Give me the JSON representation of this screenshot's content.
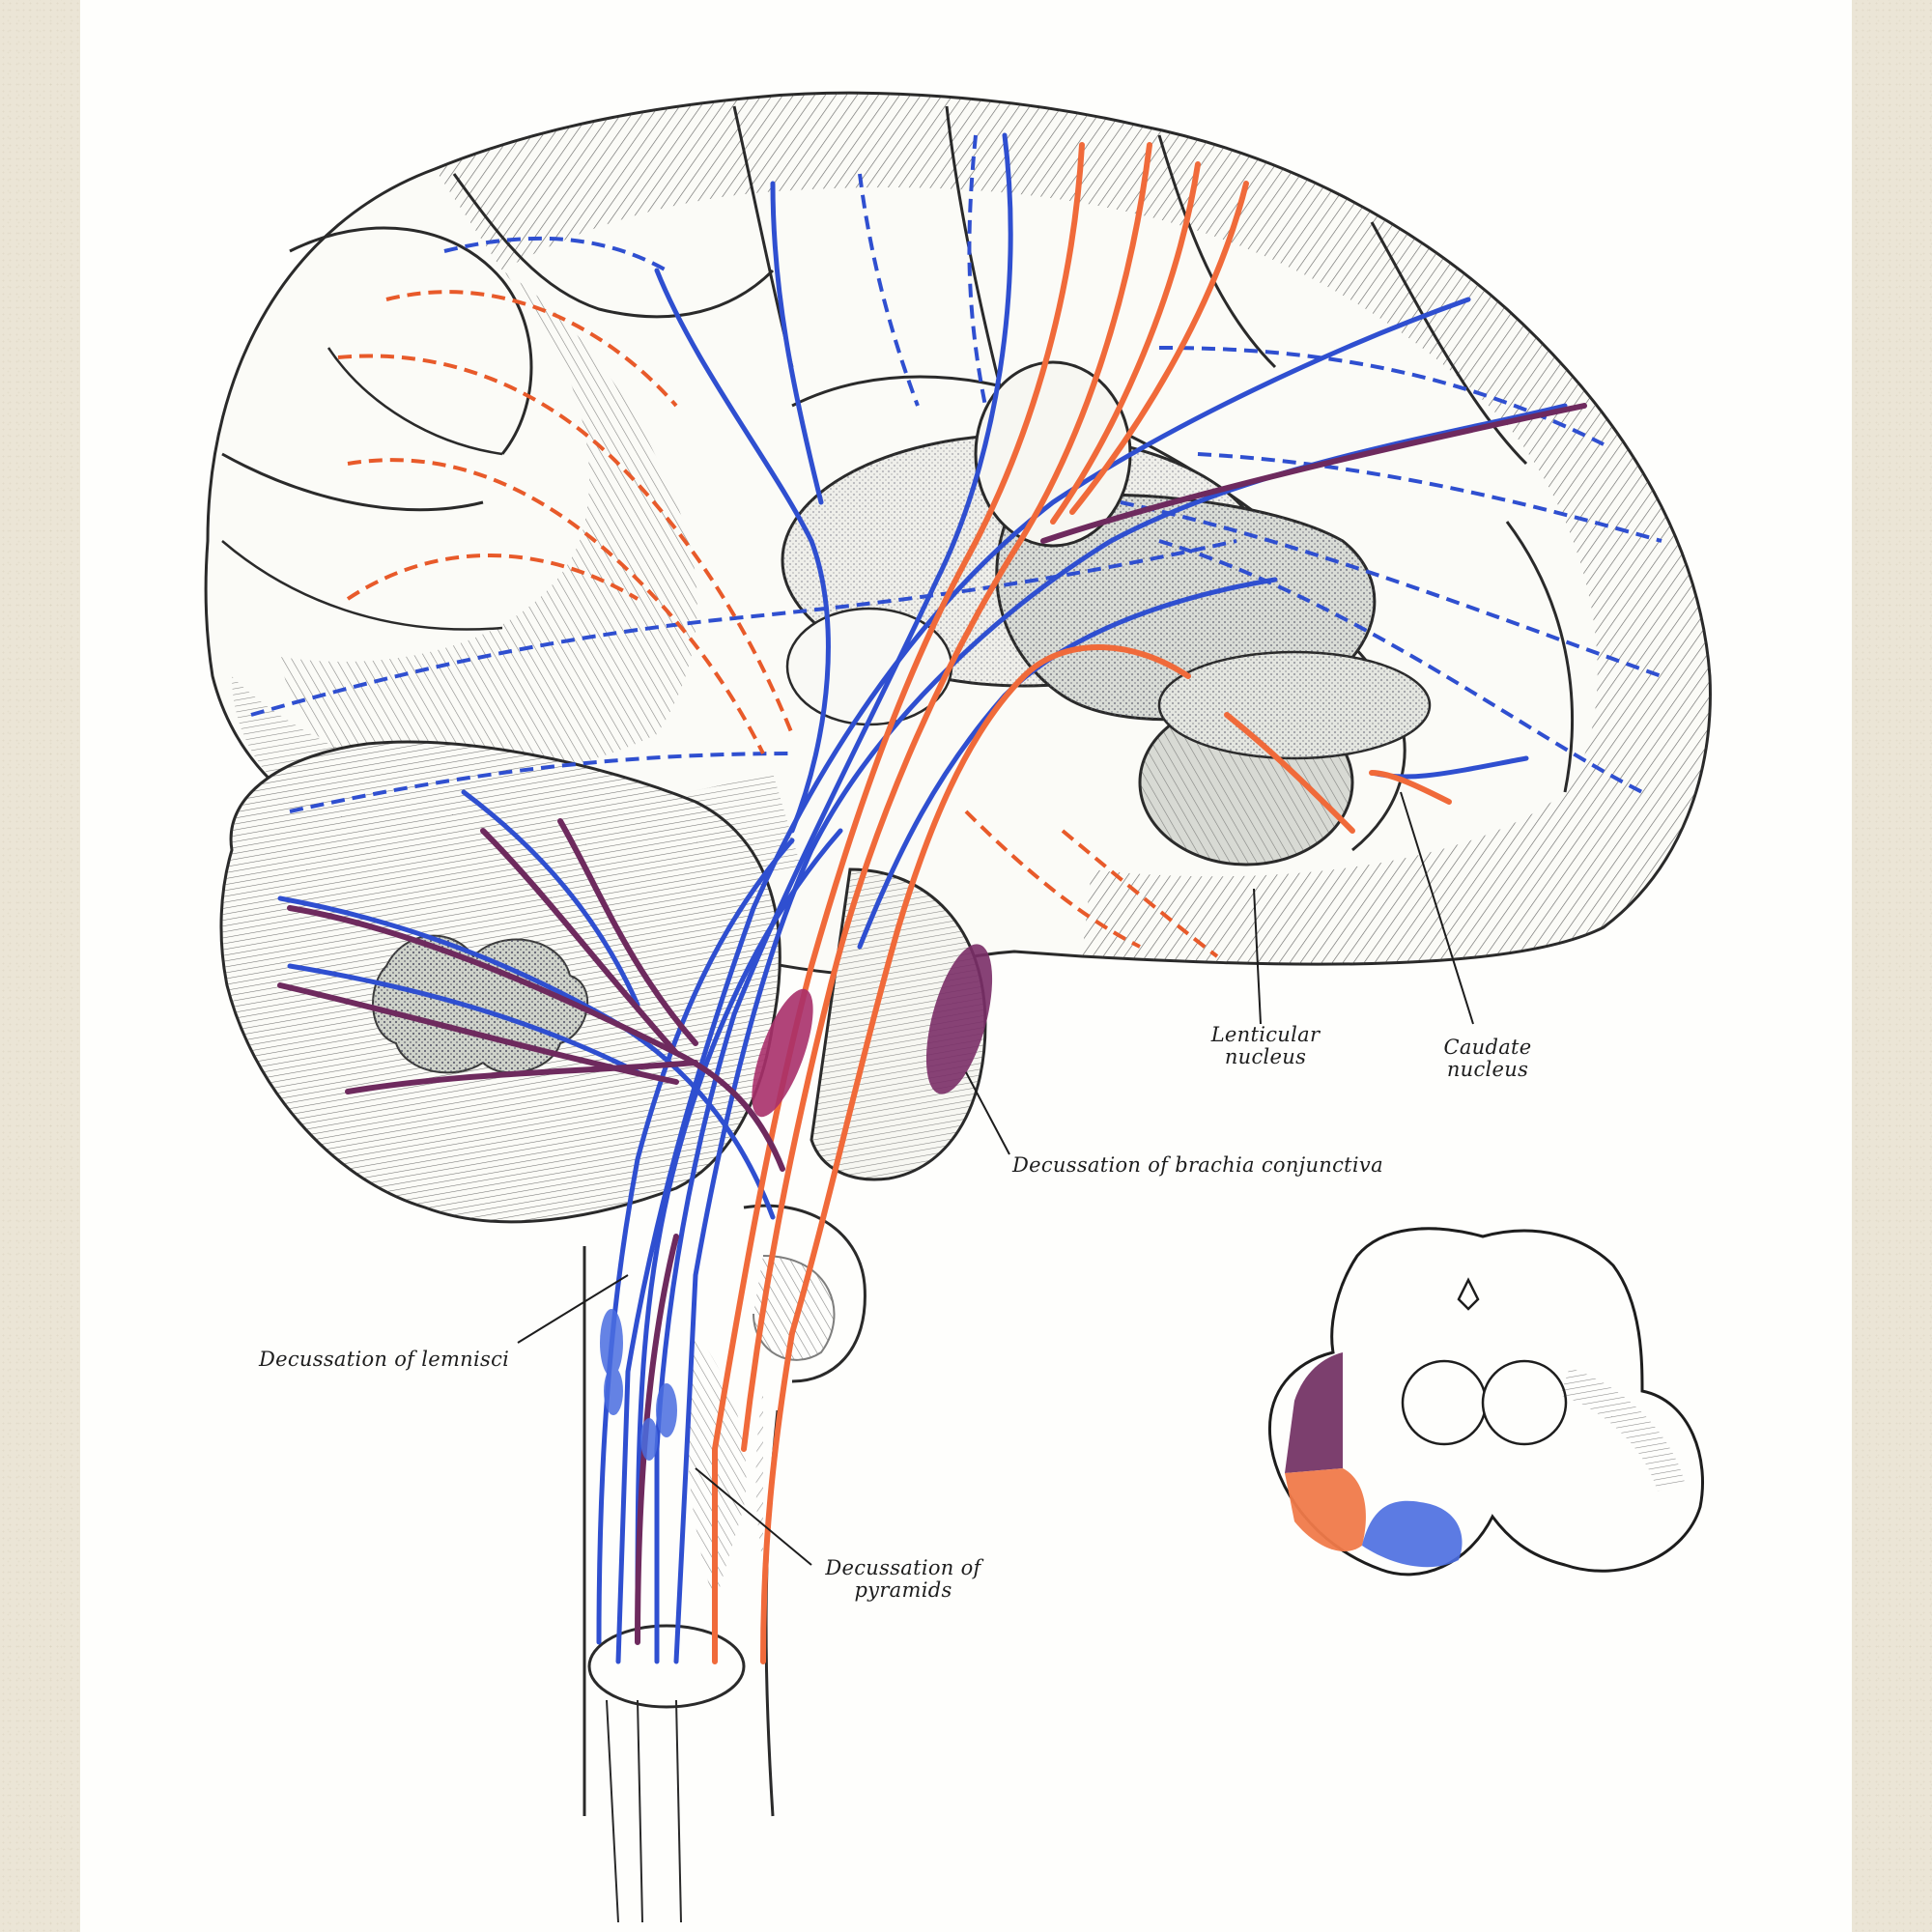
{
  "labels": {
    "lenticular": [
      "Lenticular",
      "nucleus"
    ],
    "caudate": [
      "Caudate",
      "nucleus"
    ],
    "brachia": "Decussation of brachia conjunctiva",
    "lemnisci": "Decussation of lemnisci",
    "pyramids": [
      "Decussation of",
      "pyramids"
    ]
  },
  "colors": {
    "paper": "#fefefc",
    "background": "#ebe5d6",
    "ink": "#2a2a2a",
    "blue_tract": "#2f4fd0",
    "orange_tract": "#f06a3a",
    "purple_tract": "#6e2a5e"
  }
}
